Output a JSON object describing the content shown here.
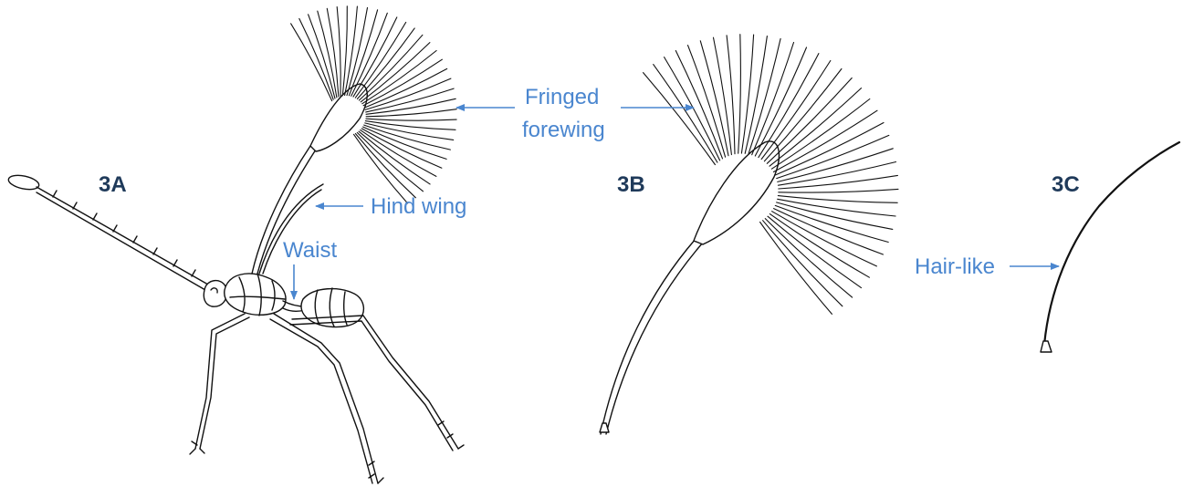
{
  "colors": {
    "ink": "#111111",
    "panel_label": "#1f3a5a",
    "annotation": "#4a86cf"
  },
  "panels": {
    "a": {
      "label": "3A"
    },
    "b": {
      "label": "3B"
    },
    "c": {
      "label": "3C"
    }
  },
  "annotations": {
    "fringed_line1": "Fringed",
    "fringed_line2": "forewing",
    "hind_wing": "Hind wing",
    "waist": "Waist",
    "hair_like": "Hair-like"
  },
  "figure": {
    "wing_a_fringe_count": 34,
    "wing_b_fringe_count": 38
  }
}
